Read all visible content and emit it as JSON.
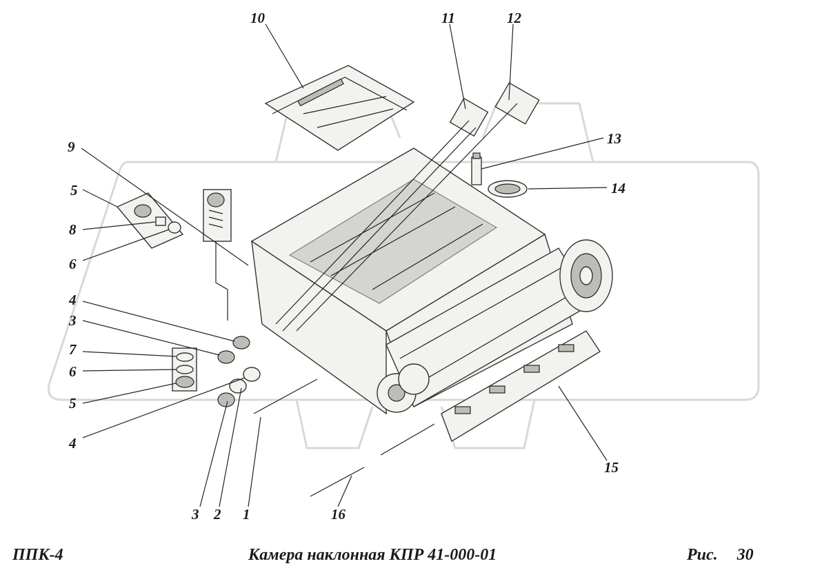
{
  "footer": {
    "model": "ППК-4",
    "title": "Камера наклонная КПР 41-000-01",
    "figure_label": "Рис.",
    "figure_number": "30"
  },
  "callouts": [
    "10",
    "11",
    "12",
    "9",
    "5",
    "8",
    "6",
    "13",
    "14",
    "4",
    "3",
    "7",
    "6",
    "5",
    "4",
    "3",
    "2",
    "1",
    "16",
    "15"
  ]
}
